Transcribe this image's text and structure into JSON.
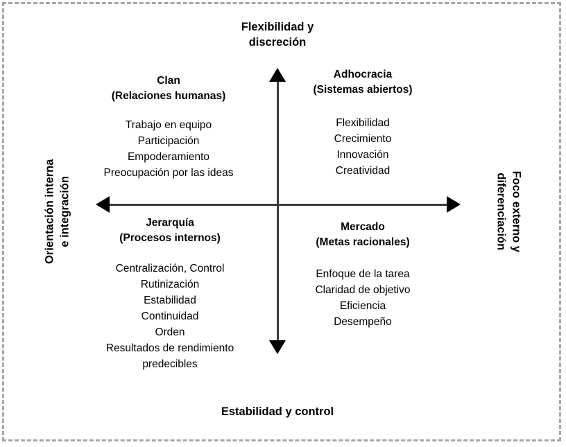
{
  "frame": {
    "outer_border_color": "#a6a6a6",
    "background_color": "#ffffff",
    "axis_color": "#3a3a3a",
    "arrow_color": "#000000"
  },
  "axes": {
    "top_label": "Flexibilidad y\ndiscreción",
    "bottom_label": "Estabilidad y control",
    "left_label": "Orientación interna\ne integración",
    "right_label": "Foco externo y\ndiferenciación"
  },
  "quadrants": [
    {
      "key": "clan",
      "title": "Clan\n(Relaciones humanas)",
      "items": [
        "Trabajo en equipo",
        "Participación",
        "Empoderamiento",
        "Preocupación por las ideas"
      ]
    },
    {
      "key": "adhocracia",
      "title": "Adhocracia\n(Sistemas abiertos)",
      "items": [
        "Flexibilidad",
        "Crecimiento",
        "Innovación",
        "Creatividad"
      ]
    },
    {
      "key": "jerarquia",
      "title": "Jerarquía\n(Procesos internos)",
      "items": [
        "Centralización, Control",
        "Rutinización",
        "Estabilidad",
        "Continuidad",
        "Orden",
        "Resultados de rendimiento\npredecibles"
      ]
    },
    {
      "key": "mercado",
      "title": "Mercado\n(Metas racionales)",
      "items": [
        "Enfoque de la tarea",
        "Claridad de objetivo",
        "Eficiencia",
        "Desempeño"
      ]
    }
  ]
}
